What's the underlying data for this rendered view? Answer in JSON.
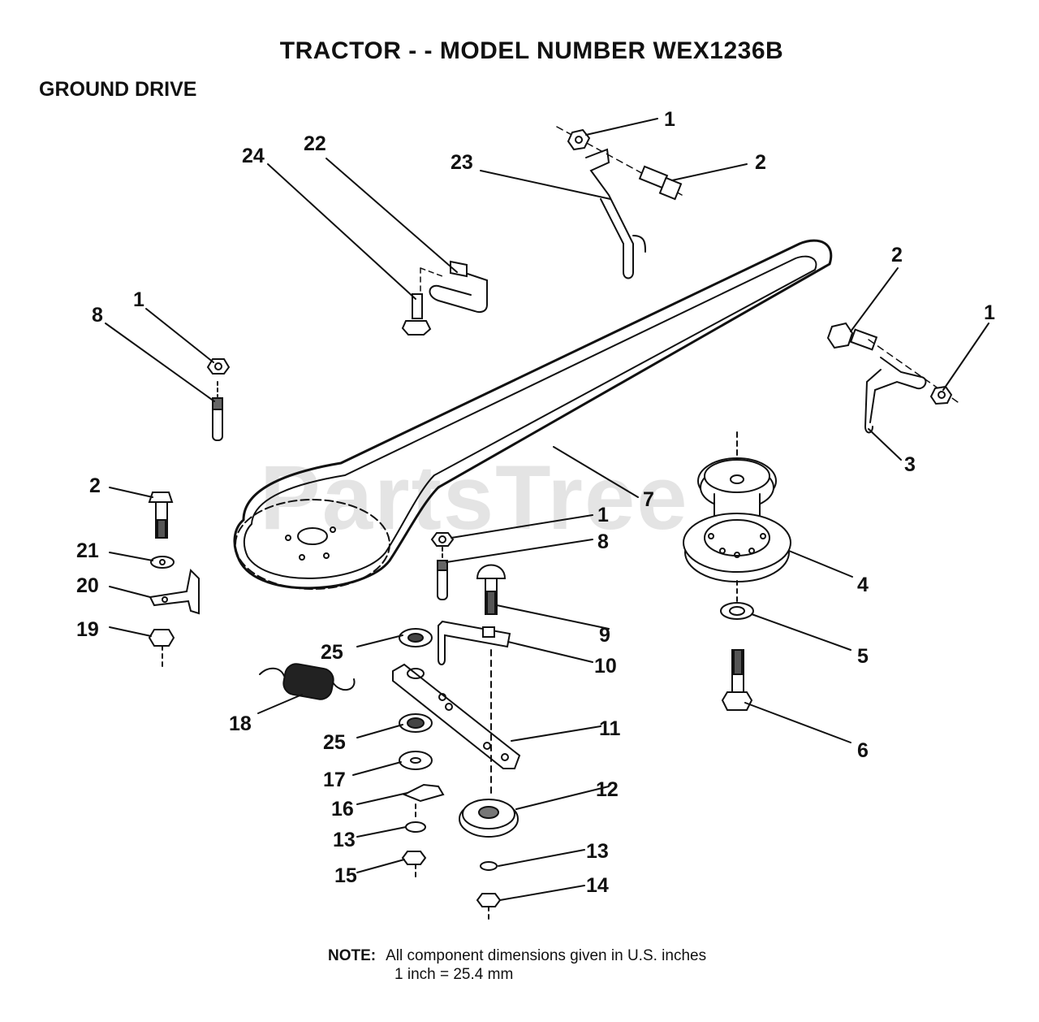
{
  "header": {
    "title": "TRACTOR - - MODEL NUMBER WEX1236B",
    "section": "GROUND DRIVE"
  },
  "watermark": "PartsTree",
  "note": {
    "label": "NOTE:",
    "line1": "All component dimensions given in U.S. inches",
    "line2": "1 inch = 25.4 mm"
  },
  "callouts": {
    "c1a": "1",
    "c2a": "2",
    "c23": "23",
    "c22": "22",
    "c24": "24",
    "c1b": "1",
    "c8a": "8",
    "c2b": "2",
    "c1c": "1",
    "c3": "3",
    "c7": "7",
    "c1d": "1",
    "c8b": "8",
    "c2c": "2",
    "c21": "21",
    "c20": "20",
    "c19": "19",
    "c4": "4",
    "c5": "5",
    "c9": "9",
    "c10": "10",
    "c25a": "25",
    "c18": "18",
    "c6": "6",
    "c11": "11",
    "c25b": "25",
    "c17": "17",
    "c12": "12",
    "c16": "16",
    "c13a": "13",
    "c15": "15",
    "c13b": "13",
    "c14": "14"
  }
}
